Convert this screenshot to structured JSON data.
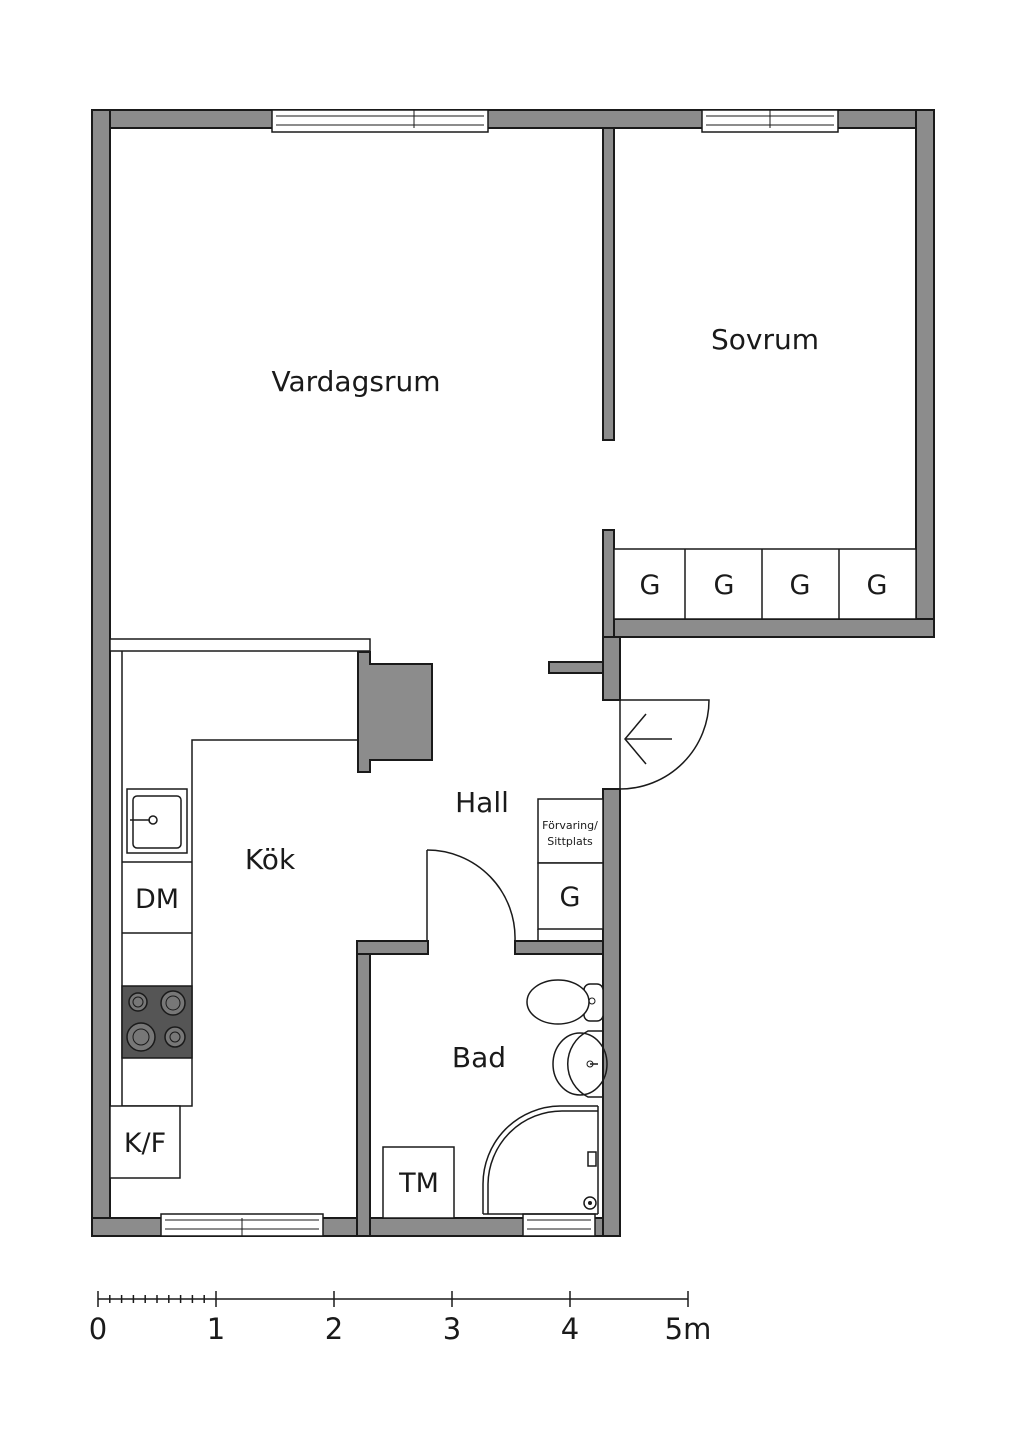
{
  "rooms": {
    "living_room": "Vardagsrum",
    "bedroom": "Sovrum",
    "hall": "Hall",
    "kitchen": "Kök",
    "bathroom": "Bad"
  },
  "fixtures": {
    "wardrobe": "G",
    "bedroom_wardrobes": [
      "G",
      "G",
      "G",
      "G"
    ],
    "dishwasher": "DM",
    "fridge_freezer": "K/F",
    "washing_machine": "TM",
    "hall_storage_line1": "Förvaring/",
    "hall_storage_line2": "Sittplats",
    "hall_wardrobe": "G"
  },
  "scale_bar": {
    "labels": [
      "0",
      "1",
      "2",
      "3",
      "4",
      "5m"
    ]
  },
  "colors": {
    "wall_fill": "#8c8c8c",
    "line": "#1a1a1a",
    "background": "#ffffff"
  }
}
